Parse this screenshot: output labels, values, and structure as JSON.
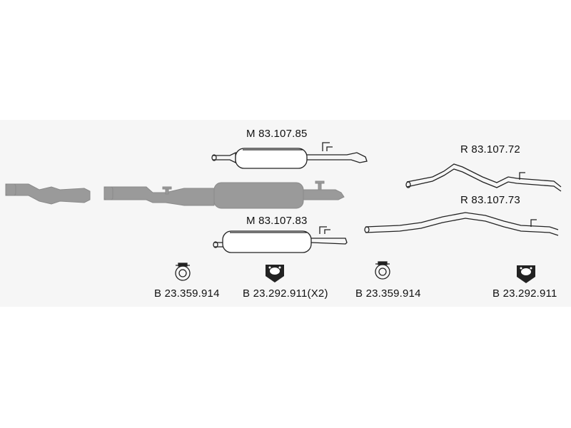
{
  "parts": {
    "rear_silencer_a": "M 83.107.85",
    "rear_silencer_b": "M 83.107.83",
    "tailpipe_a": "R 83.107.72",
    "tailpipe_b": "R 83.107.73"
  },
  "fittings": {
    "clamp_left": "B 23.359.914",
    "mount_left": "B 23.292.911(X2)",
    "clamp_right": "B 23.359.914",
    "mount_right": "B 23.292.911"
  },
  "colors": {
    "background_band": "#f6f6f6",
    "line": "#222222",
    "grey_reference": "#9a9a9a"
  }
}
